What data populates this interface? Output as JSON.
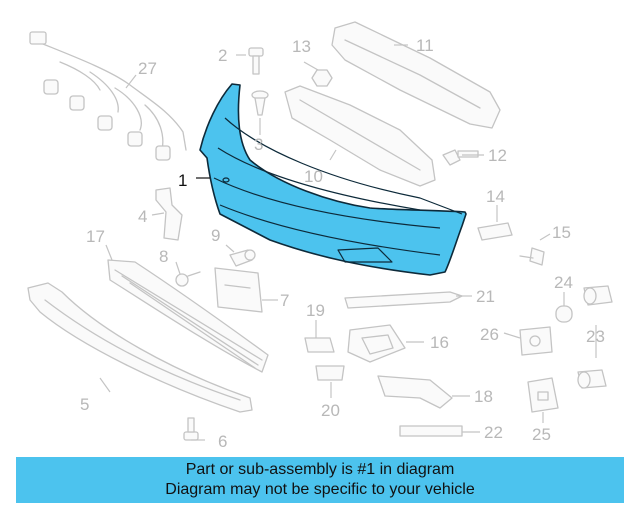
{
  "callouts": {
    "p1": "1",
    "p2": "2",
    "p3": "3",
    "p4": "4",
    "p5": "5",
    "p6": "6",
    "p7": "7",
    "p8": "8",
    "p9": "9",
    "p10": "10",
    "p11": "11",
    "p12": "12",
    "p13": "13",
    "p14": "14",
    "p15": "15",
    "p16": "16",
    "p17": "17",
    "p18": "18",
    "p19": "19",
    "p20": "20",
    "p21": "21",
    "p22": "22",
    "p23": "23",
    "p24": "24",
    "p25": "25",
    "p26": "26",
    "p27": "27"
  },
  "highlight_color": "#4cc3ee",
  "banner": {
    "line1": "Part or sub-assembly is #1 in diagram",
    "line2": "Diagram may not be specific to your vehicle"
  }
}
